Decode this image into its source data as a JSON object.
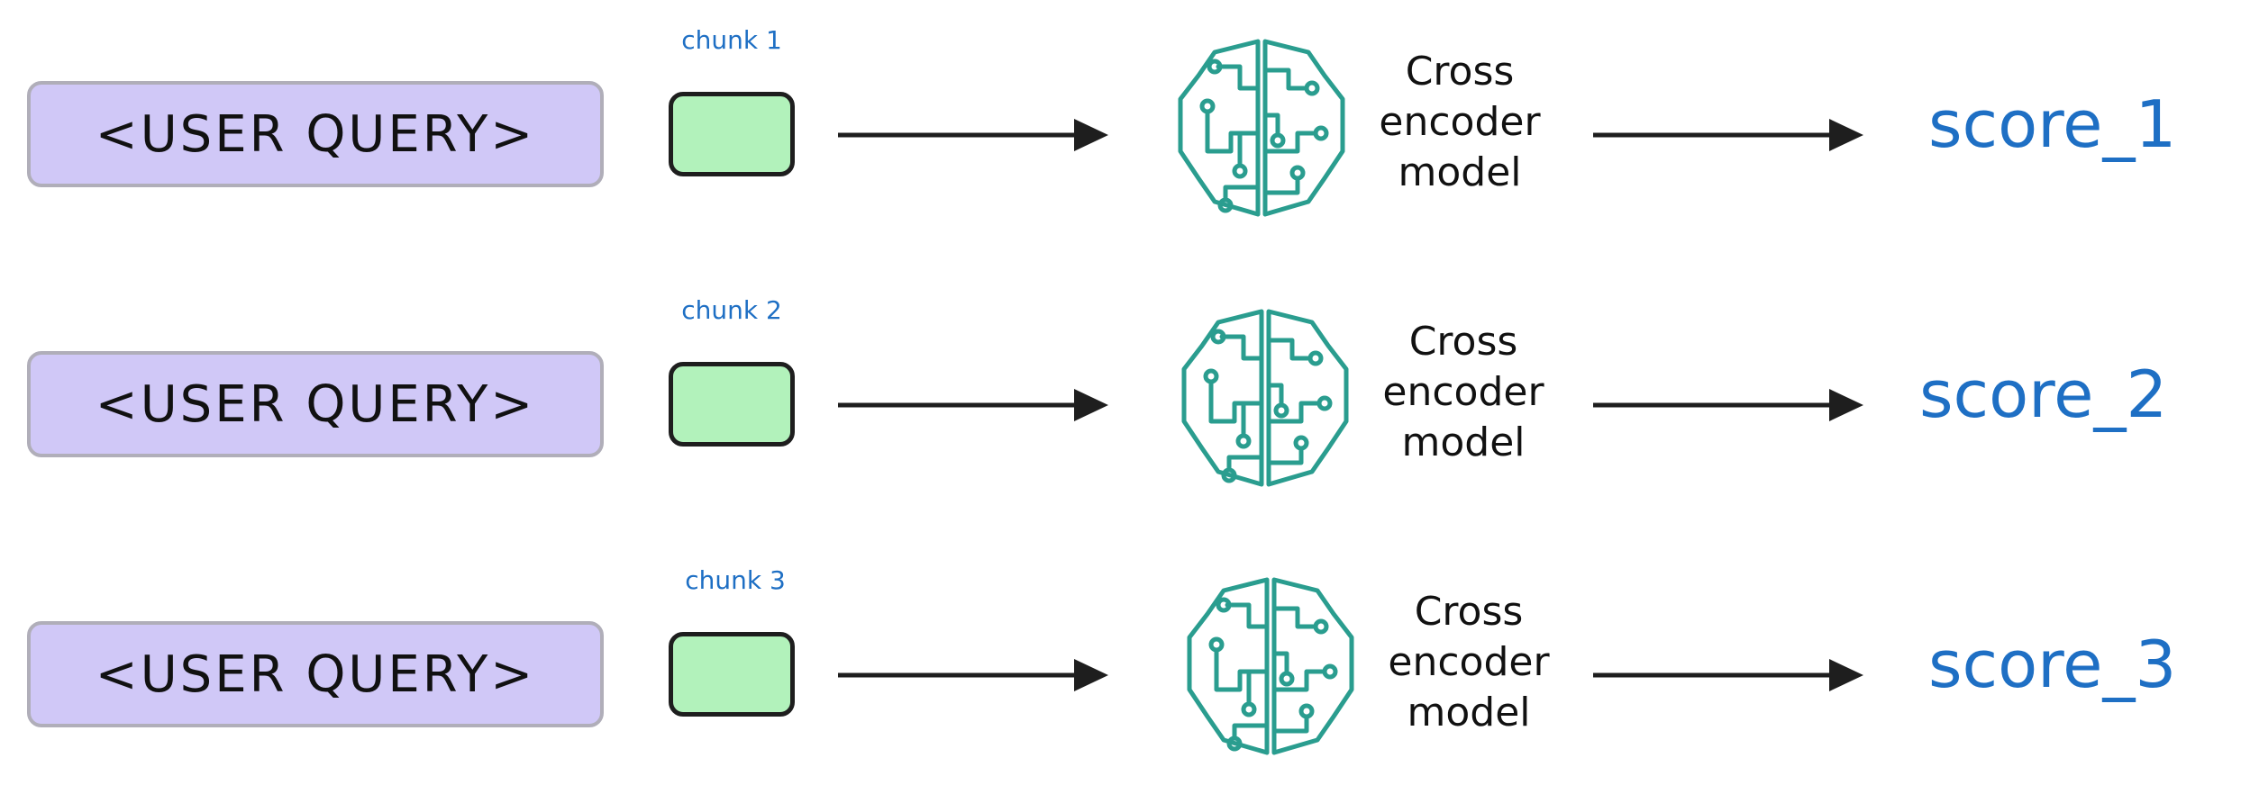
{
  "diagram": {
    "rows": [
      {
        "query_label": "<USER QUERY>",
        "chunk_label": "chunk 1",
        "model_label": "Cross\nencoder\nmodel",
        "score_label": "score_1"
      },
      {
        "query_label": "<USER QUERY>",
        "chunk_label": "chunk 2",
        "model_label": "Cross\nencoder\nmodel",
        "score_label": "score_2"
      },
      {
        "query_label": "<USER QUERY>",
        "chunk_label": "chunk 3",
        "model_label": "Cross\nencoder\nmodel",
        "score_label": "score_3"
      }
    ],
    "colors": {
      "query_fill": "#d0c8f7",
      "chunk_fill": "#b2f2bb",
      "brain_stroke": "#2a9d8f",
      "label_blue": "#1e6fc4",
      "arrow": "#1e1e1e"
    },
    "icons": {
      "model": "brain-circuit-icon"
    }
  }
}
